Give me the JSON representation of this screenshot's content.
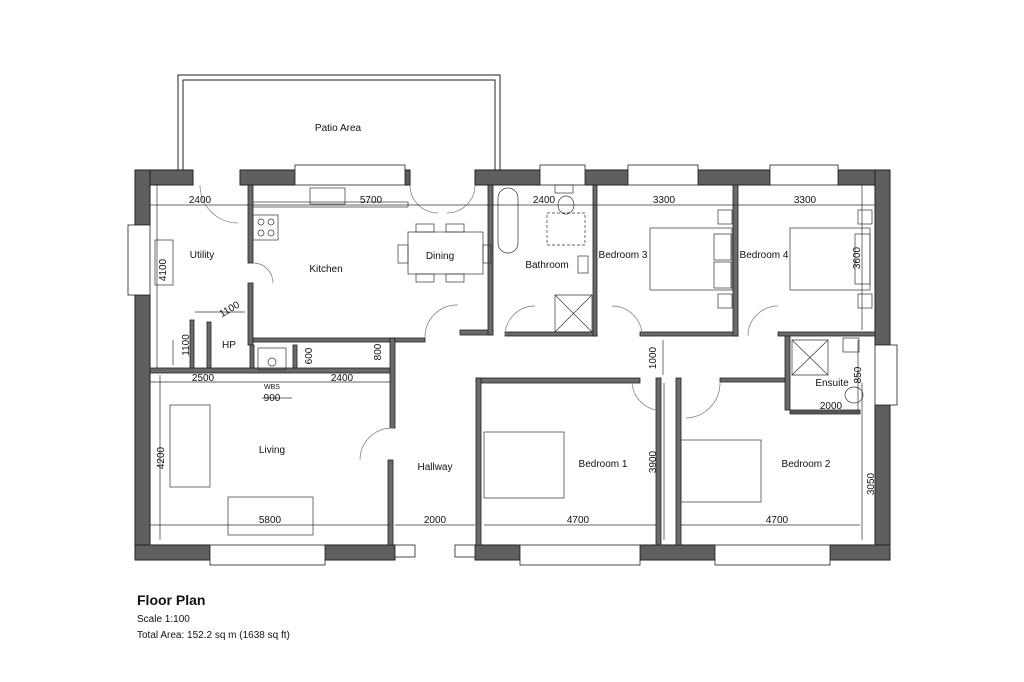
{
  "rooms": {
    "patio": "Patio Area",
    "utility": "Utility",
    "kitchen": "Kitchen",
    "dining": "Dining",
    "bathroom": "Bathroom",
    "bedroom3": "Bedroom 3",
    "bedroom4": "Bedroom 4",
    "hp": "HP",
    "wbs": "WBS",
    "ensuite": "Ensuite",
    "living": "Living",
    "hallway": "Hallway",
    "bedroom1": "Bedroom 1",
    "bedroom2": "Bedroom 2"
  },
  "dimensions": {
    "utility_w": "2400",
    "utility_h": "4100",
    "kitchen_w": "5700",
    "bathroom_w": "2400",
    "bed3_w": "3300",
    "bed4_w": "3300",
    "bed4_h": "3600",
    "hp_w": "1100",
    "hp_h": "1100",
    "k600": "600",
    "k800": "800",
    "d2500": "2500",
    "d2400b": "2400",
    "wbs_w": "900",
    "corridor": "1000",
    "ensuite_h": "850",
    "ensuite_w": "2000",
    "living_h": "4200",
    "living_w": "5800",
    "hall_w": "2000",
    "bed1_h": "3900",
    "bed1_w": "4700",
    "bed2_h": "3050",
    "bed2_w": "4700"
  },
  "caption": {
    "title": "Floor Plan",
    "scale": "Scale 1:100",
    "area": "Total Area: 152.2 sq m (1638 sq ft)"
  }
}
